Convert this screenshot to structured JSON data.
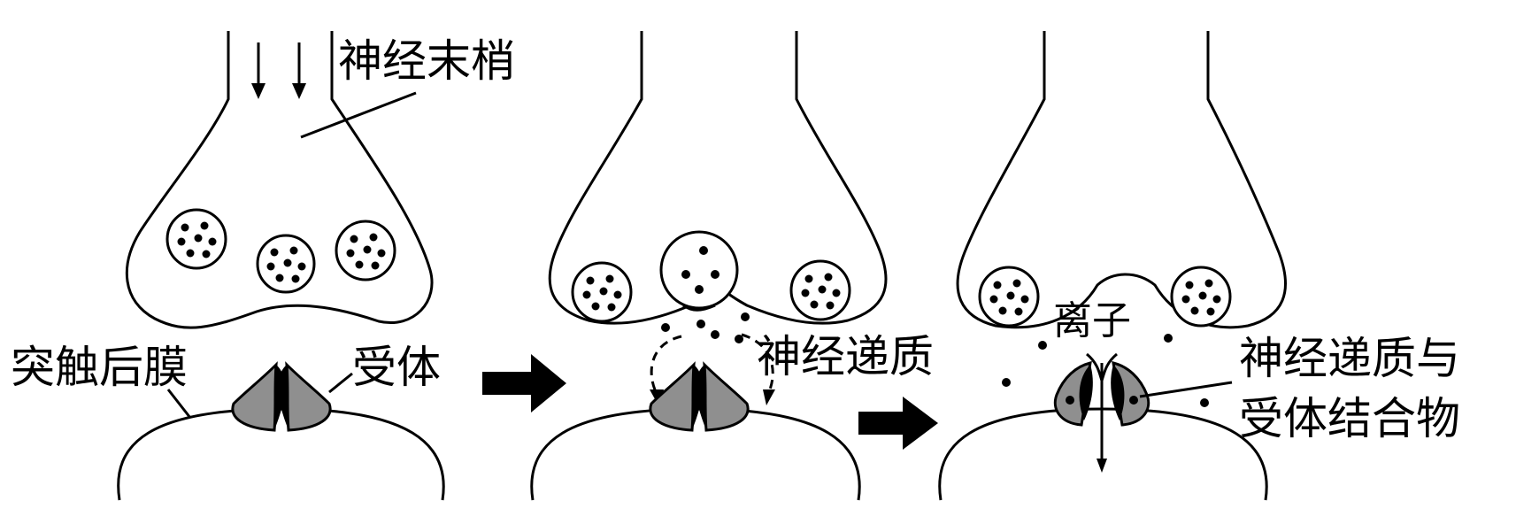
{
  "labels": {
    "nerve_ending": "神经末梢",
    "postsynaptic_membrane": "突触后膜",
    "receptor": "受体",
    "neurotransmitter": "神经递质",
    "ion": "离子",
    "complex_line1": "神经递质与",
    "complex_line2": "受体结合物"
  },
  "colors": {
    "stroke": "#000000",
    "receptor_fill": "#8f8f8f",
    "background": "#ffffff"
  }
}
